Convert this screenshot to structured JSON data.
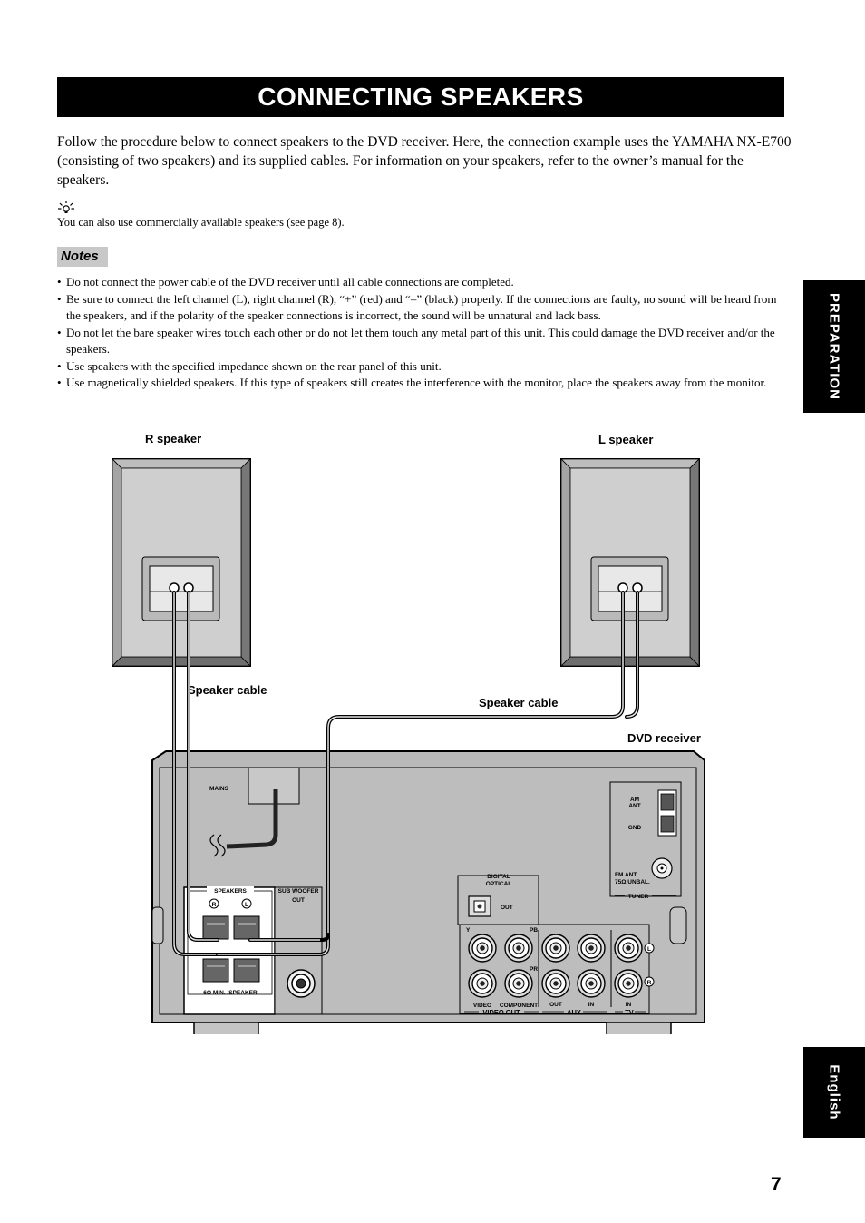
{
  "title": "CONNECTING SPEAKERS",
  "intro": "Follow the procedure below to connect speakers to the DVD receiver. Here, the connection example uses the YAMAHA NX-E700 (consisting of two speakers) and its supplied cables. For information on your speakers, refer to the owner’s manual for the speakers.",
  "tip_icon": "y",
  "tip": "You can also use commercially available speakers (see page 8).",
  "notes_heading": "Notes",
  "notes": [
    "Do not connect the power cable of the DVD receiver until all cable connections are completed.",
    "Be sure to connect the left channel (L), right channel (R), “+” (red) and “–” (black) properly. If the connections are faulty, no sound will be heard from the speakers, and if the polarity of the speaker connections is incorrect, the sound will be unnatural and lack bass.",
    "Do not let the bare speaker wires touch each other or do not let them touch any metal part of this unit. This could damage the DVD receiver and/or the speakers.",
    "Use speakers with the specified impedance shown on the rear panel of this unit.",
    "Use magnetically shielded speakers. If this type of speakers still creates the interference with the monitor, place the speakers away from the monitor."
  ],
  "side_tabs": {
    "preparation": "PREPARATION",
    "english": "English"
  },
  "page_number": "7",
  "diagram": {
    "r_speaker": "R speaker",
    "l_speaker": "L speaker",
    "speaker_cable_left": "Speaker cable",
    "speaker_cable_right": "Speaker cable",
    "dvd_receiver": "DVD receiver",
    "panel": {
      "mains": "MAINS",
      "speakers": "SPEAKERS",
      "r": "R",
      "l": "L",
      "impedance": "6Ω MIN. /SPEAKER",
      "subwoofer_1": "SUB WOOFER",
      "subwoofer_2": "OUT",
      "digital": "DIGITAL",
      "optical": "OPTICAL",
      "out": "OUT",
      "y": "Y",
      "pb": "PB",
      "pr": "PR",
      "video": "VIDEO",
      "component": "COMPONENT",
      "aux_out": "OUT",
      "aux_in": "IN",
      "tv_in": "IN",
      "video_out": "VIDEO OUT",
      "aux": "AUX",
      "tv": "TV",
      "am_ant_1": "AM",
      "am_ant_2": "ANT",
      "gnd": "GND",
      "fm_ant_1": "FM ANT",
      "fm_ant_2": "75Ω UNBAL.",
      "tuner": "TUNER",
      "jack_l": "L",
      "jack_r": "R"
    }
  }
}
